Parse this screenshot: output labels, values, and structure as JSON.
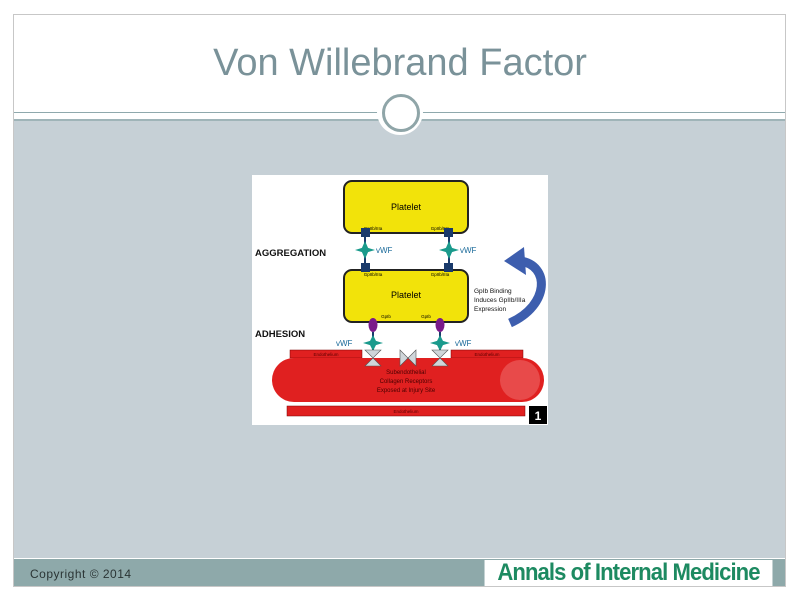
{
  "slide": {
    "title": "Von Willebrand Factor",
    "copyright": "Copyright © 2014",
    "brand": "Annals of Internal Medicine"
  },
  "figure": {
    "labels": {
      "platelet_top": "Platelet",
      "platelet_bottom": "Platelet",
      "aggregation": "AGGREGATION",
      "adhesion": "ADHESION",
      "vwf": "vWF",
      "gp_top_left": "GpIIb/IIIa",
      "gp_top_right": "GpIIb/IIIa",
      "gp_mid_left": "GpIIb/IIIa",
      "gp_mid_right": "GpIIb/IIIa",
      "gpib_left": "GpIb",
      "gpib_right": "GpIb",
      "note_line1": "GpIb Binding",
      "note_line2": "Induces GpIIb/IIIa",
      "note_line3": "Expression",
      "endothelium": "Endothelium",
      "subendo_line1": "Subendothelial",
      "subendo_line2": "Collagen Receptors",
      "subendo_line3": "Exposed at Injury Site",
      "panel_number": "1"
    },
    "colors": {
      "platelet": "#f2e30a",
      "vessel": "#e02020",
      "vwf": "#1a9a8c",
      "receptor": "#1a3a6b",
      "gpib": "#7a1a8a",
      "arrow": "#3d5eae"
    }
  }
}
